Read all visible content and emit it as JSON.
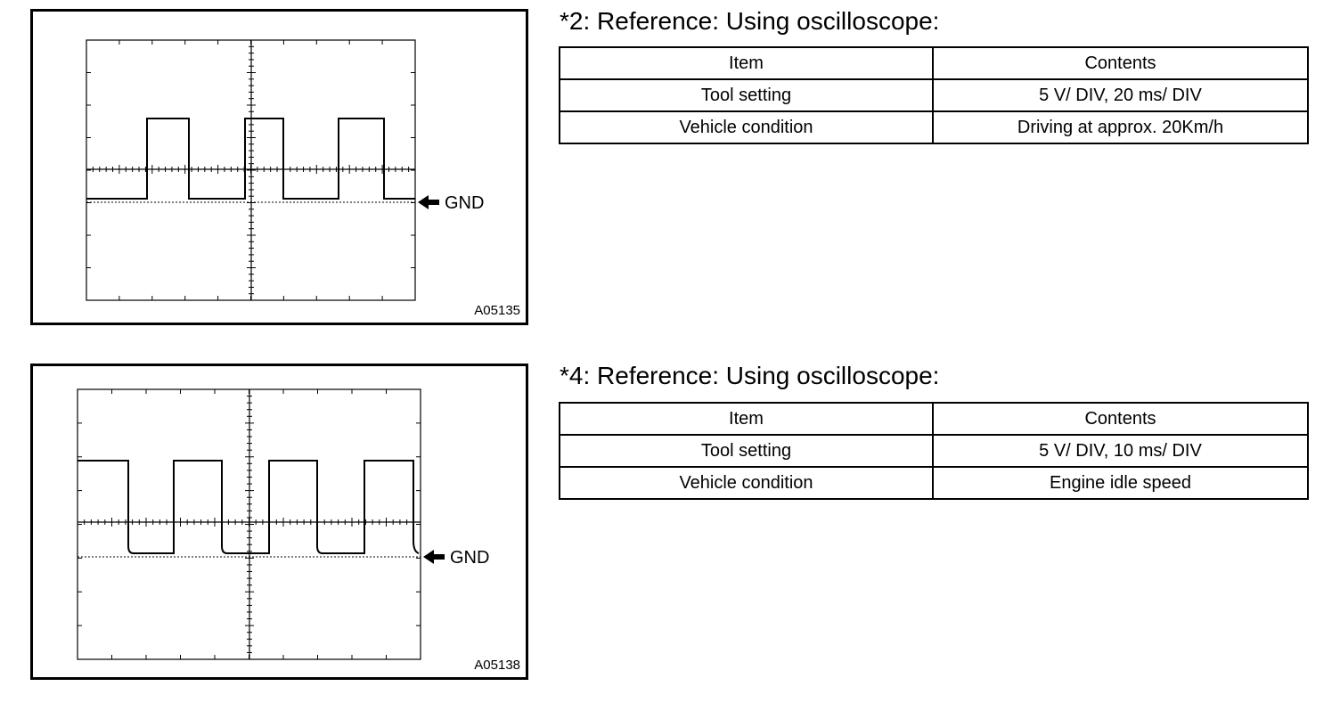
{
  "panels": [
    {
      "heading": "*2: Reference: Using oscilloscope:",
      "figure_code": "A05135",
      "gnd_label": "GND",
      "table": {
        "header": [
          "Item",
          "Contents"
        ],
        "rows": [
          [
            "Tool setting",
            "5 V/ DIV, 20 ms/ DIV"
          ],
          [
            "Vehicle condition",
            "Driving at approx. 20Km/h"
          ]
        ]
      }
    },
    {
      "heading": "*4: Reference: Using oscilloscope:",
      "figure_code": "A05138",
      "gnd_label": "GND",
      "table": {
        "header": [
          "Item",
          "Contents"
        ],
        "rows": [
          [
            "Tool setting",
            "5 V/ DIV, 10 ms/ DIV"
          ],
          [
            "Vehicle condition",
            "Engine idle speed"
          ]
        ]
      }
    }
  ]
}
